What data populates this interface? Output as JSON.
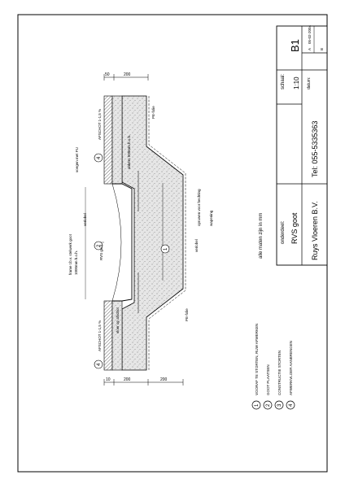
{
  "title_block": {
    "scale_label": "schaal:",
    "scale_value": "1:10",
    "sheet_code": "B1",
    "date_label": "datum:",
    "date_value": "05-02-2004",
    "revisions": [
      "A",
      "B"
    ],
    "subject_label": "onderdeel:",
    "subject_value": "RVS goot",
    "company": "Ruys Vloeren B.V.",
    "phone": "Tel: 055-5335363",
    "units_note": "alle maten zijn in mm"
  },
  "legend": [
    {
      "num": "1",
      "text": "VOORAF TE STORTEN, RUW AFWERKEN"
    },
    {
      "num": "2",
      "text": "GOOT PLAATSEN"
    },
    {
      "num": "3",
      "text": "CONSTRUCTIE STORTEN"
    },
    {
      "num": "4",
      "text": "AFWERKVLOER AANBRENGEN"
    }
  ],
  "dimensions": {
    "top_small": "50",
    "top_wide": "200",
    "bottom_small": "10",
    "bottom_wide": "200"
  },
  "annotations": {
    "afschot_top": "AFSCHOT 1-1,5 %",
    "afschot_bottom": "AFSCHOT 1-1,5 %",
    "ankers": "ankers 500mm h.o.h.",
    "pe_folie_top": "PE-folie",
    "pe_folie_bottom": "PE-folie",
    "voegen": "voegen met PU",
    "opruwen": "opruwen voor hechting",
    "wapening": "wapening",
    "verlobel_left": "verlobel",
    "verlobel_right": "verlobel",
    "rvs_goot": "RVS goot",
    "frame": "frame t.b.v. stelwerk goot",
    "frame_hoh": "1000mm h.o.h.",
    "vloer_afschot": "vloer op afschot"
  },
  "callouts": [
    "4",
    "2",
    "1",
    "4"
  ]
}
